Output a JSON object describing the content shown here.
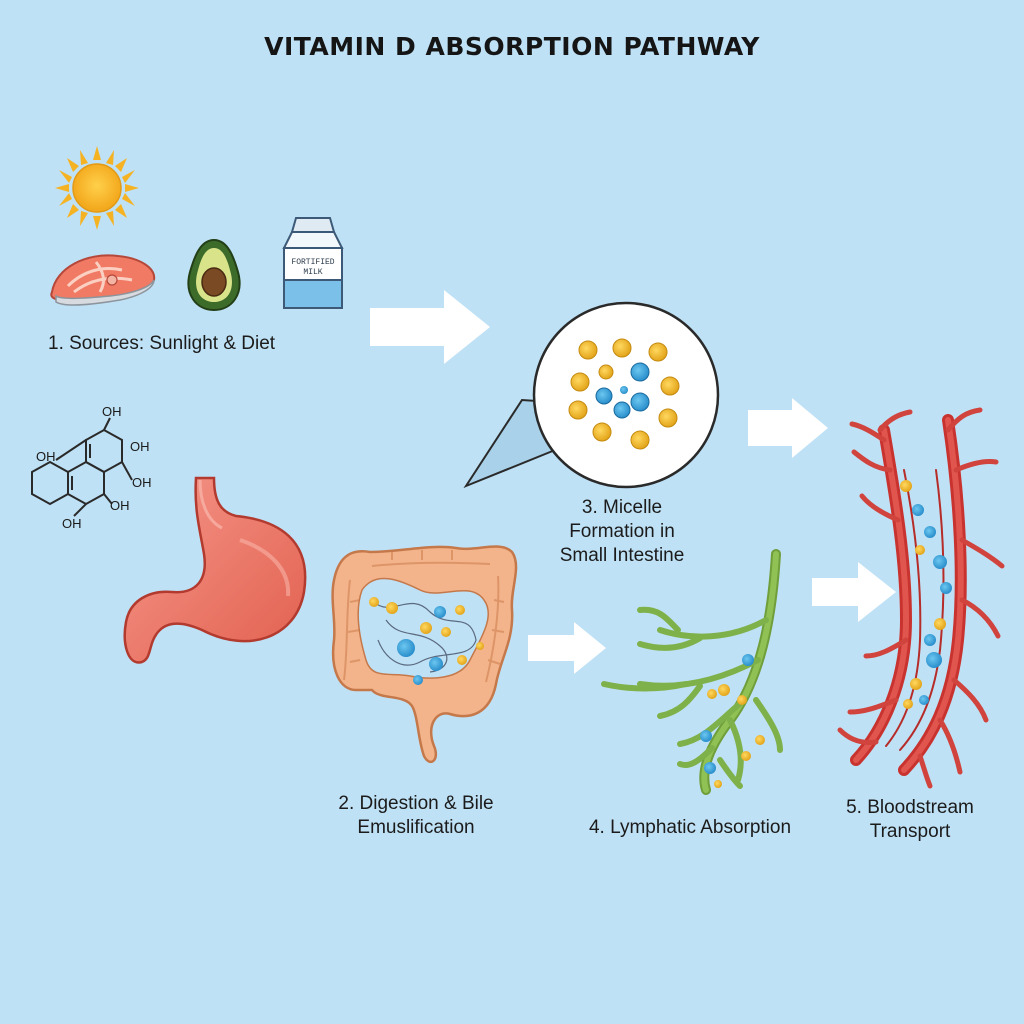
{
  "title": "VITAMIN D ABSORPTION PATHWAY",
  "steps": [
    {
      "lines": [
        "1. Sources: Sunlight & Diet"
      ]
    },
    {
      "lines": [
        "2. Digestion & Bile",
        "Emuslification"
      ]
    },
    {
      "lines": [
        "3. Micelle",
        "Formation in",
        "Small Intestine"
      ]
    },
    {
      "lines": [
        "4. Lymphatic Absorption"
      ]
    },
    {
      "lines": [
        "5. Bloodstream",
        "Transport"
      ]
    }
  ],
  "milk_carton": {
    "line1": "FORTIFIED",
    "line2": "MILK"
  },
  "molecule_labels": [
    "OH",
    "OH",
    "OH",
    "OH",
    "OH",
    "OH"
  ],
  "colors": {
    "background": "#bfe1f5",
    "arrow": "#ffffff",
    "sun": "#f5b324",
    "stomach": "#ef7b6a",
    "intestine": "#f2b58c",
    "lymph": "#86b54a",
    "vessel": "#d9403e",
    "fat_droplet": "#f0c030",
    "vitamin_d": "#3aa8dc"
  },
  "icons": [
    "sun-icon",
    "salmon-icon",
    "avocado-icon",
    "milk-carton-icon",
    "molecule-icon",
    "stomach-icon",
    "intestine-icon",
    "micelle-icon",
    "lymph-vessel-icon",
    "blood-vessel-icon"
  ]
}
